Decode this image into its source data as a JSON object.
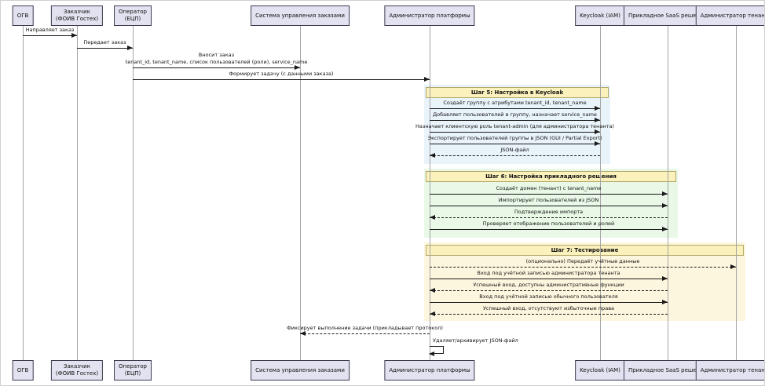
{
  "participants": [
    {
      "line1": "ОГВ"
    },
    {
      "line1": "Заказчик",
      "line2": "(ФОИВ Гостех)"
    },
    {
      "line1": "Оператор",
      "line2": "(ЕЦП)"
    },
    {
      "line1": "Система управления заказами"
    },
    {
      "line1": "Администратор платформы"
    },
    {
      "line1": "Keycloak (IAM)"
    },
    {
      "line1": "Прикладное SaaS решение"
    },
    {
      "line1": "Администратор тенанта"
    }
  ],
  "steps": [
    {
      "title": "Шаг 5: Настройка в Keycloak"
    },
    {
      "title": "Шаг 6: Настройка прикладного решения"
    },
    {
      "title": "Шаг 7: Тестирование"
    }
  ],
  "messages": [
    {
      "label": "Направляет заказ"
    },
    {
      "label": "Передает заказ"
    },
    {
      "label": "Вносит заказ",
      "label2": "tenant_id, tenant_name, список пользователей (роли), service_name"
    },
    {
      "label": "Формирует задачу (с данными заказа)"
    },
    {
      "label": "Создаёт группу с атрибутами tenant_id, tenant_name"
    },
    {
      "label": "Добавляет пользователей в группу, назначает service_name"
    },
    {
      "label": "Назначает клиентскую роль tenant-admin (для администратора тенанта)"
    },
    {
      "label": "Экспортирует пользователей группы в JSON (GUI / Partial Export)"
    },
    {
      "label": "JSON-файл"
    },
    {
      "label": "Создаёт домен (тенант) с tenant_name"
    },
    {
      "label": "Импортирует пользователей из JSON"
    },
    {
      "label": "Подтверждение импорта"
    },
    {
      "label": "Проверяет отображение пользователей и ролей"
    },
    {
      "label": "(опционально) Передаёт учётные данные"
    },
    {
      "label": "Вход под учётной записью администратора тенанта"
    },
    {
      "label": "Успешный вход, доступны административные функции"
    },
    {
      "label": "Вход под учётной записью обычного пользователя"
    },
    {
      "label": "Успешный вход, отсутствуют избыточные права"
    },
    {
      "label": "Фиксирует выполнение задачи (прикладывает протокол)"
    },
    {
      "label": "Удаляет/архивирует JSON-файл"
    }
  ],
  "colors": {
    "participant_fill": "#E2E2F0",
    "participant_border": "#3C3C50",
    "step5_bg": "#E9F3FA",
    "step6_bg": "#E9F8E7",
    "step7_bg": "#FDF6DE",
    "step_header_fill": "#FBF1BC",
    "lifeline": "#A5A5A5",
    "arrow": "#1A1A1A"
  }
}
